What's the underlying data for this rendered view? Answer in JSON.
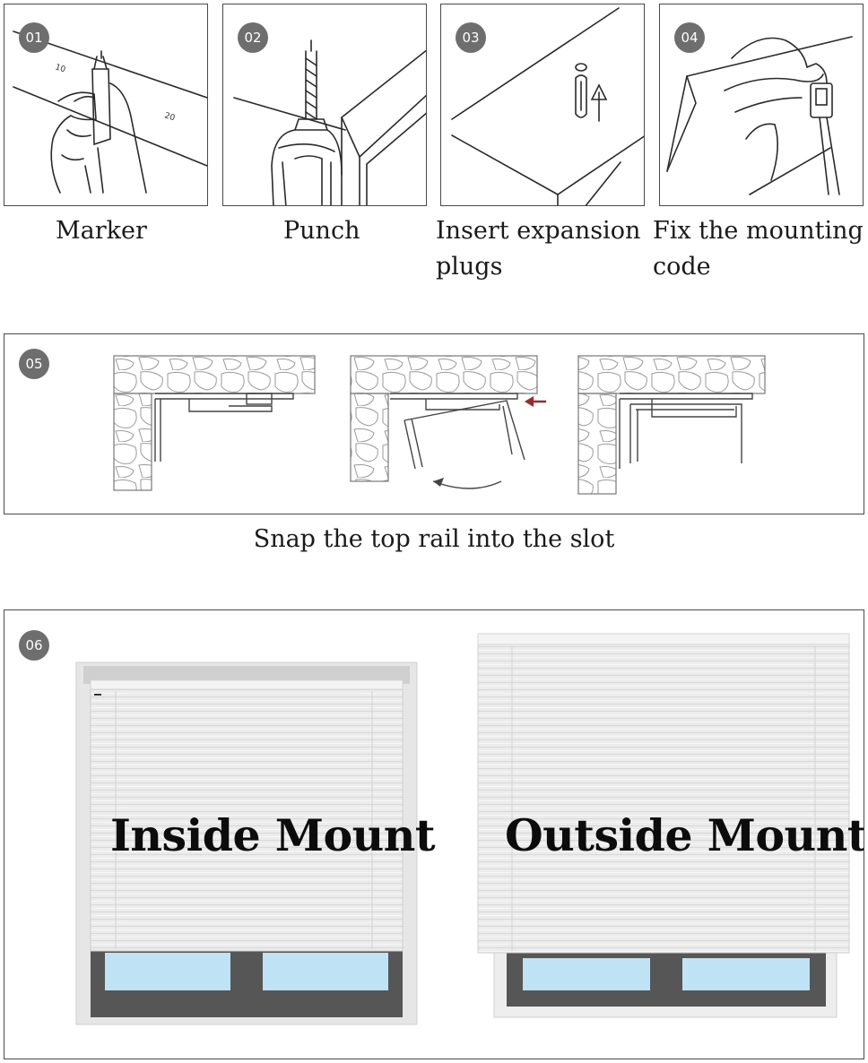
{
  "steps": [
    {
      "number": "01",
      "caption": "Marker"
    },
    {
      "number": "02",
      "caption": "Punch"
    },
    {
      "number": "03",
      "caption": "Insert expansion plugs"
    },
    {
      "number": "04",
      "caption": "Fix the mounting code"
    }
  ],
  "step1_ruler": {
    "tick_a": "10",
    "tick_b": "20"
  },
  "step5": {
    "number": "05",
    "caption": "Snap the top rail into the slot",
    "arrow_color": "#9b2a2a"
  },
  "step6": {
    "number": "06",
    "inside_label": "Inside Mount",
    "outside_label": "Outside Mount",
    "glass_color": "#bfe3f5"
  }
}
